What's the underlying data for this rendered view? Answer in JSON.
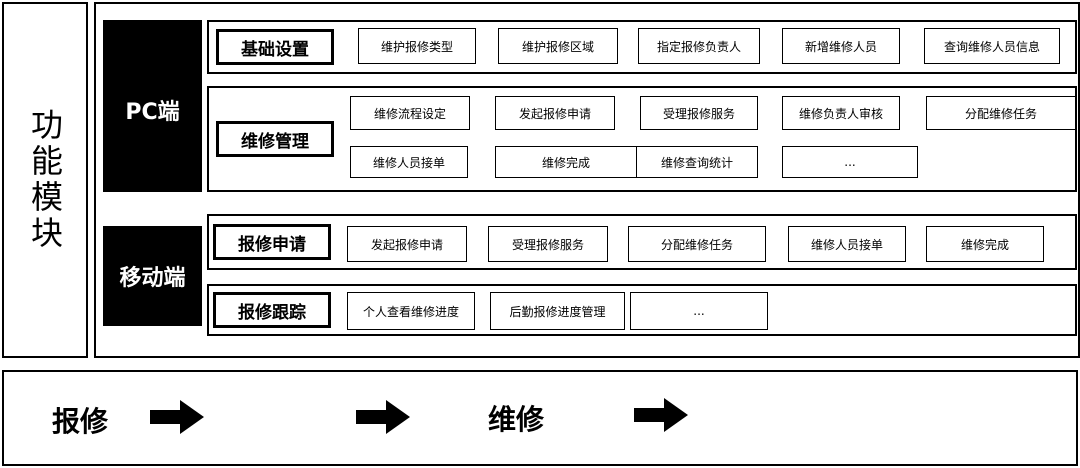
{
  "side_label": "功能模块",
  "pc": {
    "label": "PC端",
    "basic": {
      "title": "基础设置",
      "items": [
        "维护报修类型",
        "维护报修区域",
        "指定报修负责人",
        "新增维修人员",
        "查询维修人员信息"
      ]
    },
    "repair_mgmt": {
      "title": "维修管理",
      "items_row1": [
        "维修流程设定",
        "发起报修申请",
        "受理报修服务",
        "维修负责人审核",
        "分配维修任务"
      ],
      "items_row2": [
        "维修人员接单",
        "维修完成",
        "维修查询统计",
        "..."
      ]
    }
  },
  "mobile": {
    "label": "移动端",
    "apply": {
      "title": "报修申请",
      "items": [
        "发起报修申请",
        "受理报修服务",
        "分配维修任务",
        "维修人员接单",
        "维修完成"
      ]
    },
    "track": {
      "title": "报修跟踪",
      "items": [
        "个人查看维修进度",
        "后勤报修进度管理",
        "..."
      ]
    }
  },
  "flow": {
    "start": "报修",
    "end": "维修",
    "arrow_icon": "right-arrow-icon"
  }
}
